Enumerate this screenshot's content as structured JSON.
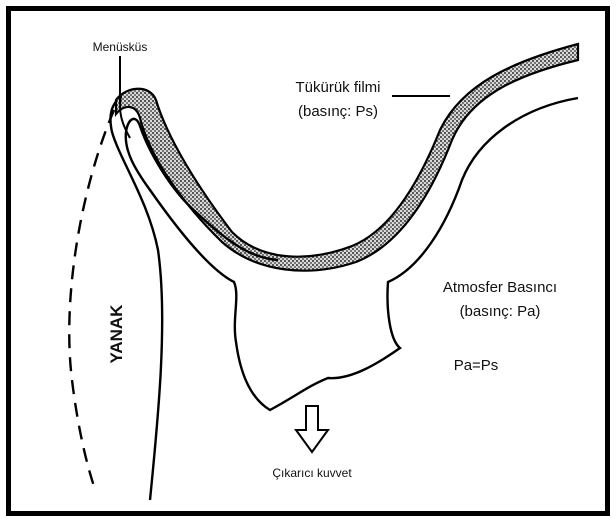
{
  "labels": {
    "meniscus": "Menüsküs",
    "saliva_film_line1": "Tükürük filmi",
    "saliva_film_line2": "(basınç: Ps)",
    "atmosphere_line1": "Atmosfer Basıncı",
    "atmosphere_line2": "(basınç: Pa)",
    "equation": "Pa=Ps",
    "cheek": "YANAK",
    "force": "Çıkarıcı kuvvet"
  },
  "colors": {
    "ink": "#000000",
    "film_fill": "#bdbdbd",
    "background": "#ffffff"
  }
}
